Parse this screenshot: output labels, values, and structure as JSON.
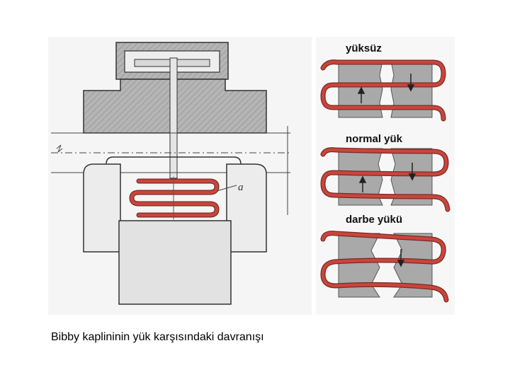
{
  "diagram": {
    "part_label": "a",
    "panels": [
      {
        "label": "yüksüz"
      },
      {
        "label": "normal yük"
      },
      {
        "label": "darbe yükü"
      }
    ],
    "caption": "Bibby kaplininin yük karşısındaki davranışı",
    "colors": {
      "spring": "#c8463c",
      "spring_outline": "#7a2a24",
      "metal": "#b9b9b9",
      "metal_dark": "#8d8d8d",
      "line": "#333333",
      "paper": "#f4f4f4"
    }
  }
}
